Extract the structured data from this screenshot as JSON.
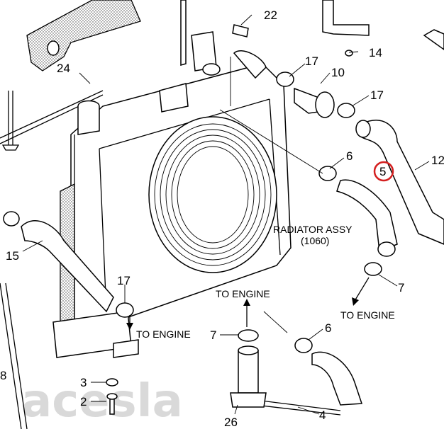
{
  "labels": {
    "p22": "22",
    "p14": "14",
    "p17a": "17",
    "p10": "10",
    "p17b": "17",
    "p24": "24",
    "p6a": "6",
    "p12": "12",
    "p5": "5",
    "p15": "15",
    "p17c": "17",
    "p7a": "7",
    "p7b": "7",
    "p6b": "6",
    "p3": "3",
    "p2": "2",
    "p8": "8",
    "p4": "4",
    "p26": "26"
  },
  "texts": {
    "radiator_assy": "RADIATOR ASSY",
    "radiator_code": "(1060)",
    "to_engine_top": "TO ENGINE",
    "to_engine_right": "TO ENGINE",
    "to_engine_left": "TO ENGINE"
  },
  "highlight": {
    "part": "5",
    "color": "#d42020"
  },
  "watermark": "acesla"
}
